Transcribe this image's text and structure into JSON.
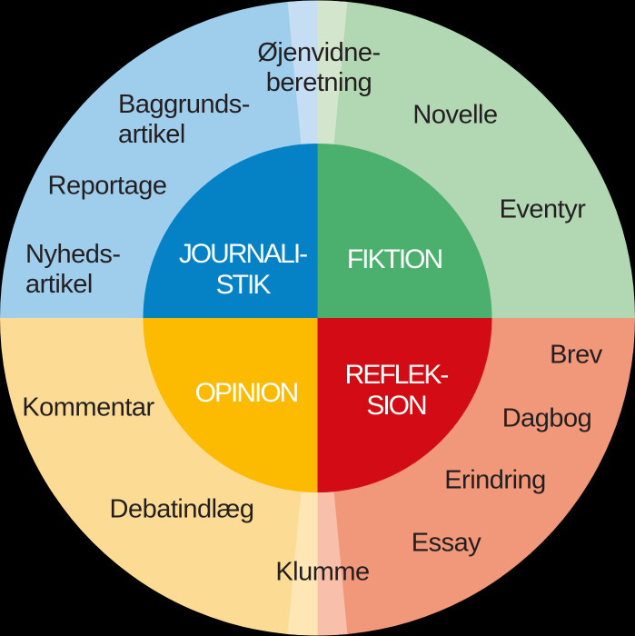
{
  "colors": {
    "background": "#000000",
    "inner_blue": "#0581c5",
    "inner_green": "#4bb06e",
    "inner_yellow": "#fcba00",
    "inner_red": "#d30b14",
    "outer_blue": "#9fceec",
    "outer_green": "#b1d7b3",
    "outer_yellow": "#fcdc95",
    "outer_salmon": "#f2987a",
    "bridge_blue": "#c5def4",
    "bridge_green": "#d3e6cd",
    "bridge_yellow": "#fee7b5",
    "bridge_pink": "#f8c0aa",
    "inner_text": "#ffffff",
    "outer_text": "#231f20"
  },
  "categories": {
    "journalistik": {
      "line1": "JOURNALI-",
      "line2": "STIK"
    },
    "fiktion": {
      "label": "FIKTION"
    },
    "opinion": {
      "label": "OPINION"
    },
    "refleksion": {
      "line1": "REFLEK-",
      "line2": "SION"
    }
  },
  "genres": {
    "nyhedsartikel": {
      "line1": "Nyheds-",
      "line2": "artikel"
    },
    "reportage": "Reportage",
    "baggrundsartikel": {
      "line1": "Baggrunds-",
      "line2": "artikel"
    },
    "ojenvidneberetning": {
      "line1": "Øjenvidne-",
      "line2": "beretning"
    },
    "novelle": "Novelle",
    "eventyr": "Eventyr",
    "brev": "Brev",
    "dagbog": "Dagbog",
    "erindring": "Erindring",
    "essay": "Essay",
    "klumme": "Klumme",
    "debatindlaeg": "Debatindlæg",
    "kommentar": "Kommentar"
  }
}
